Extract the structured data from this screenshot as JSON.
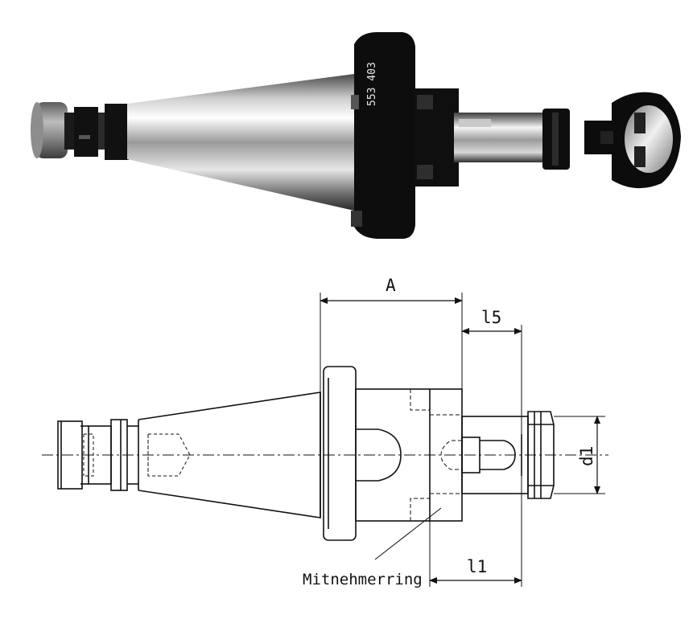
{
  "photo": {
    "engraving": "553 403"
  },
  "drawing": {
    "label_A": "A",
    "label_l5": "l5",
    "label_d1": "d1",
    "label_l1": "l1",
    "label_ring": "Mitnehmerring"
  },
  "colors": {
    "ink": "#111111",
    "steel_light": "#f2f2f2",
    "steel_dark": "#3a3a3a",
    "black_oxide": "#0d0d0d"
  }
}
